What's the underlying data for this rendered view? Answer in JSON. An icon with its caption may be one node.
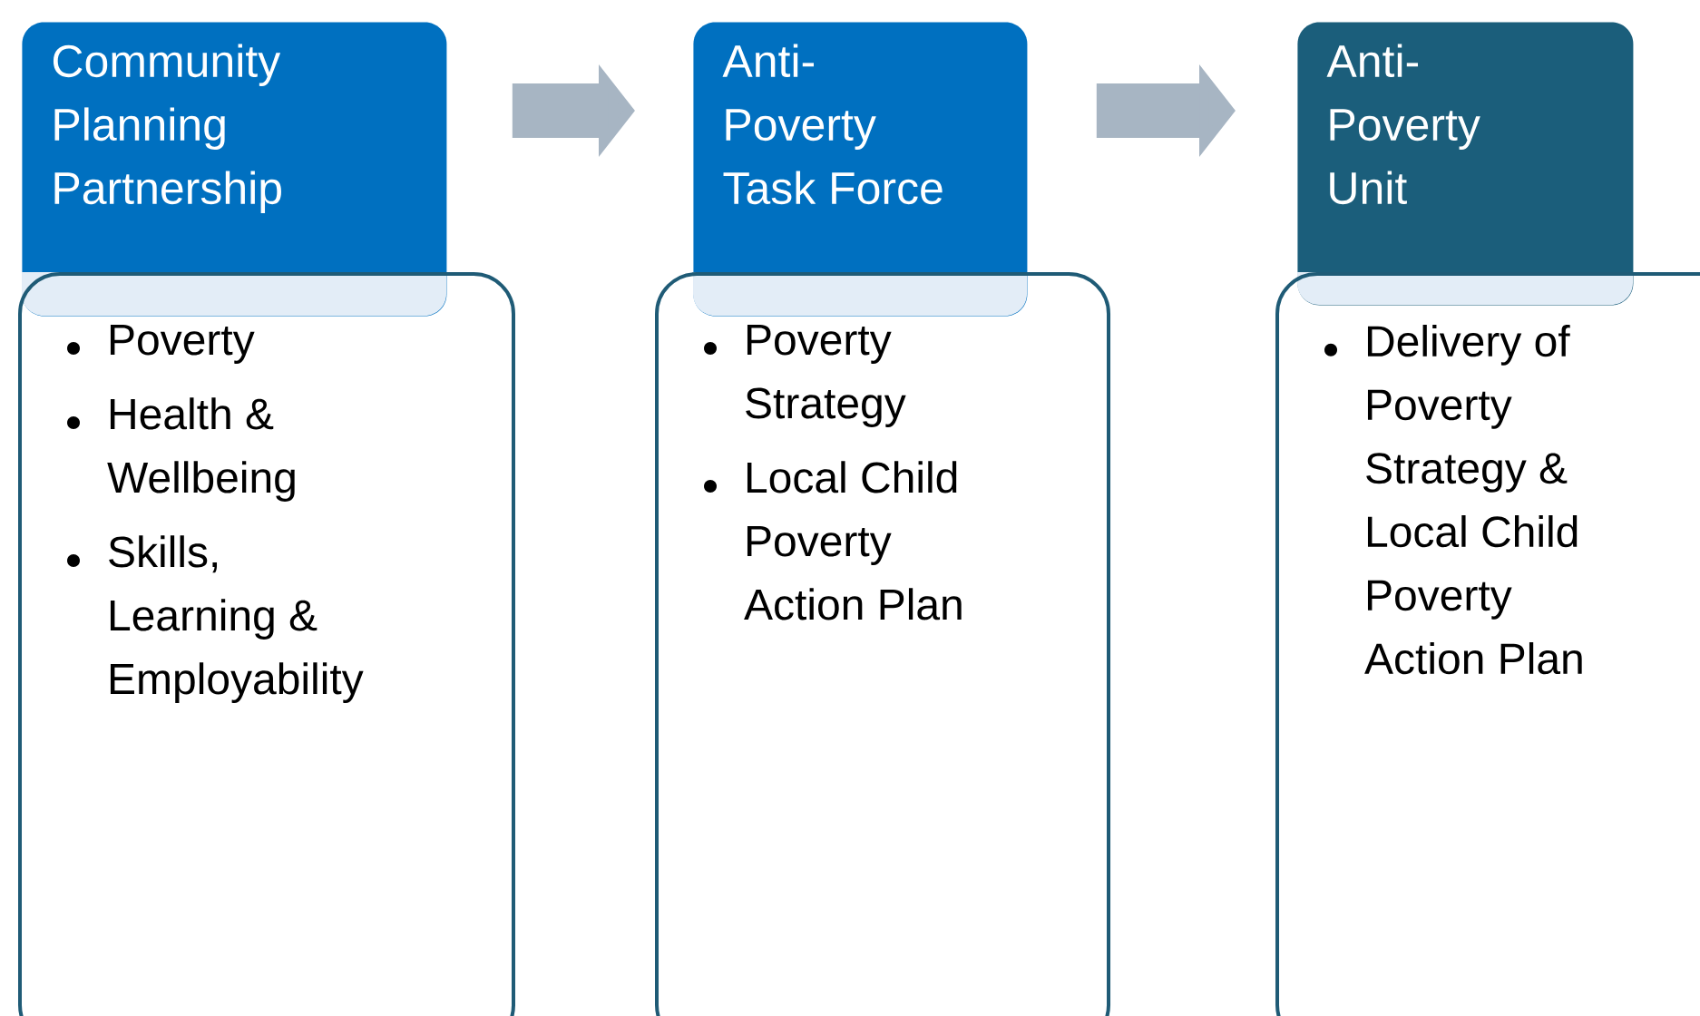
{
  "diagram": {
    "nodes": [
      {
        "text": [
          "Community Planning Partnership"
        ]
      },
      {
        "text": [
          "Poverty",
          "Health & Wellbeing",
          "Skills, Learning & Employability"
        ]
      },
      {
        "text": [
          "Anti-Poverty Task Force"
        ]
      },
      {
        "text": [
          "Poverty Strategy",
          "Local Child Poverty Action Plan"
        ]
      },
      {
        "text": [
          "Anti-Poverty Unit"
        ]
      },
      {
        "text": [
          "Delivery of Poverty Strategy & Local Child Poverty Action Plan"
        ]
      }
    ],
    "edges": [
      {
        "from": 0,
        "to": 2,
        "arrow": "to"
      },
      {
        "from": 2,
        "to": 4,
        "arrow": "to"
      }
    ]
  }
}
